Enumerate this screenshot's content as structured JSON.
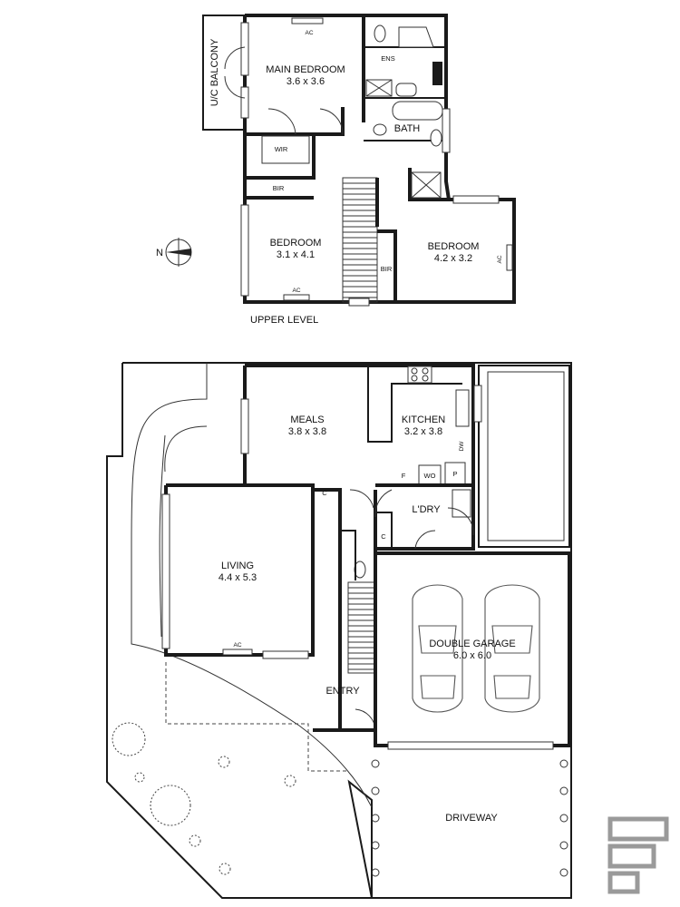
{
  "upper_level": {
    "caption": "UPPER LEVEL",
    "balcony": "U/C BALCONY",
    "main_bedroom": {
      "name": "MAIN BEDROOM",
      "size": "3.6 x 3.6"
    },
    "wir": "WIR",
    "ens": "ENS",
    "bath": "BATH",
    "bir_left": "BIR",
    "bir_right": "BIR",
    "bedroom_2": {
      "name": "BEDROOM",
      "size": "3.1 x 4.1"
    },
    "bedroom_3": {
      "name": "BEDROOM",
      "size": "4.2 x 3.2"
    },
    "ac_main": "AC",
    "ac_bed2": "AC",
    "ac_bed3": "AC",
    "compass": "N"
  },
  "ground_level": {
    "meals": {
      "name": "MEALS",
      "size": "3.8 x 3.8"
    },
    "kitchen": {
      "name": "KITCHEN",
      "size": "3.2 x 3.8"
    },
    "living": {
      "name": "LIVING",
      "size": "4.4 x 5.3"
    },
    "laundry": "L'DRY",
    "entry": "ENTRY",
    "garage": {
      "name": "DOUBLE GARAGE",
      "size": "6.0 x 6.0"
    },
    "driveway": "DRIVEWAY",
    "pantry": "P",
    "fridge": "F",
    "wall_oven": "WO",
    "dishwasher": "DW",
    "cupboard_meals": "C",
    "cupboard_laundry": "C",
    "ac_living": "AC"
  }
}
